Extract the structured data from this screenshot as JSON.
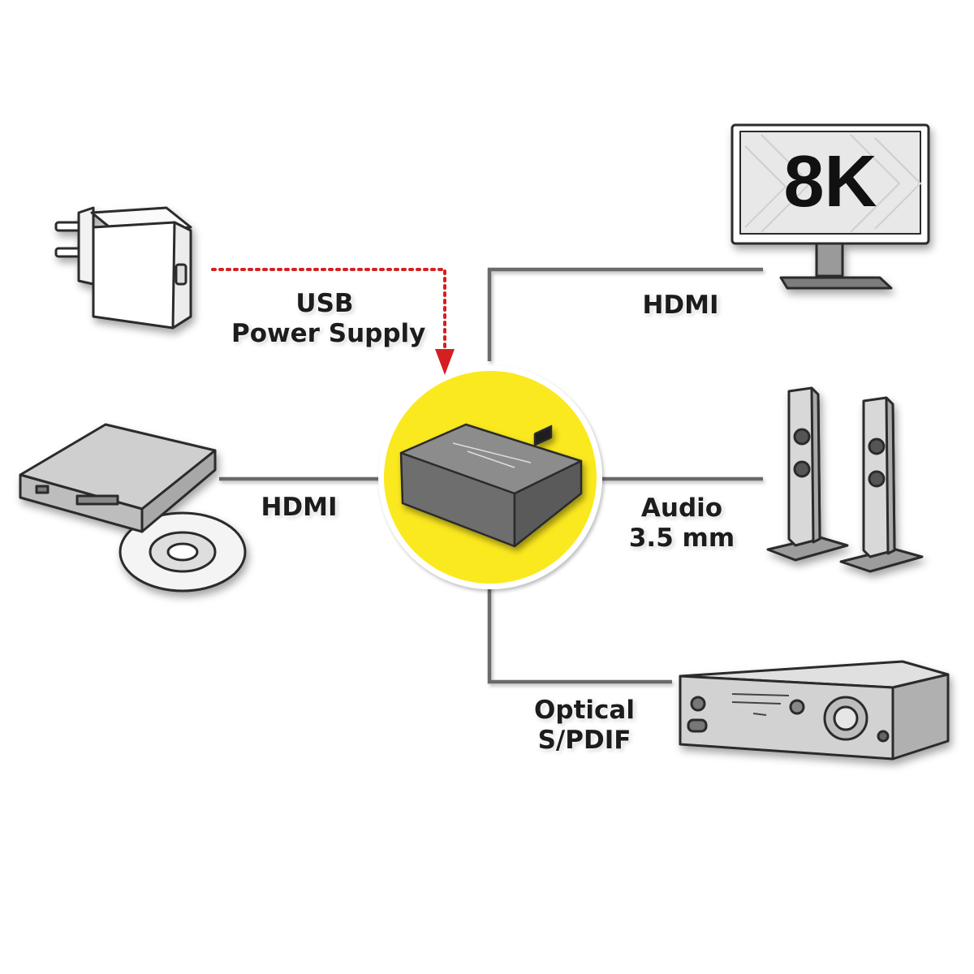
{
  "diagram": {
    "monitor": {
      "screen_text": "8K"
    },
    "labels": {
      "usb_power": [
        "USB",
        "Power Supply"
      ],
      "hdmi_input": "HDMI",
      "hdmi_output": "HDMI",
      "audio": [
        "Audio",
        "3.5 mm"
      ],
      "optical": [
        "Optical",
        "S/PDIF"
      ]
    },
    "colors": {
      "highlight_circle": "#fbe91f",
      "connector_line": "#6a6a6a",
      "power_arrow": "#d42020"
    },
    "nodes": [
      {
        "id": "usb-power-adapter",
        "icon": "usb-power-adapter"
      },
      {
        "id": "bluray-player",
        "icon": "external-disc-drive"
      },
      {
        "id": "hdmi-audio-extractor",
        "icon": "hdmi-audio-extractor"
      },
      {
        "id": "monitor-8k",
        "icon": "monitor"
      },
      {
        "id": "speakers",
        "icon": "speakers"
      },
      {
        "id": "av-receiver",
        "icon": "av-receiver"
      }
    ]
  }
}
